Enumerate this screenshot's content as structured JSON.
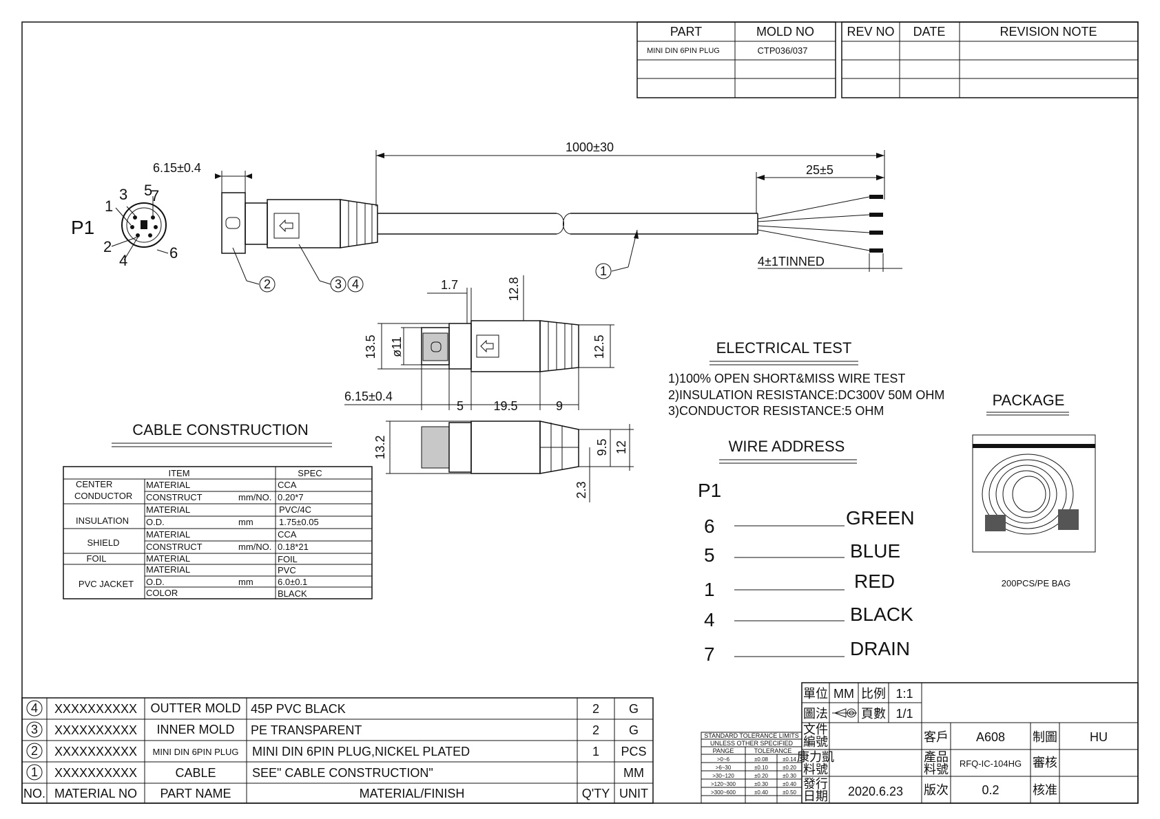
{
  "title_block_top": {
    "headers": {
      "part": "PART",
      "mold_no": "MOLD NO",
      "rev_no": "REV NO",
      "date": "DATE",
      "revision_note": "REVISION NOTE"
    },
    "row1": {
      "part": "MINI DIN 6PIN PLUG",
      "mold_no": "CTP036/037"
    }
  },
  "connector": {
    "p1_label": "P1",
    "pins": [
      "1",
      "2",
      "3",
      "4",
      "5",
      "6",
      "7"
    ],
    "callouts": [
      "1",
      "2",
      "3",
      "4"
    ]
  },
  "dims": {
    "length": "1000±30",
    "strip": "25±5",
    "tinned": "4±1TINNED",
    "shell": "6.15±0.4",
    "d_1_7": "1.7",
    "d_12_8": "12.8",
    "d_13_5": "13.5",
    "d_11": "ø11",
    "d_12_5": "12.5",
    "d_6_15": "6.15±0.4",
    "d_5": "5",
    "d_19_5": "19.5",
    "d_9": "9",
    "d_13_2": "13.2",
    "d_9_5": "9.5",
    "d_12": "12",
    "d_2_3": "2.3"
  },
  "electrical_test": {
    "heading": "ELECTRICAL TEST",
    "lines": [
      "1)100% OPEN SHORT&MISS WIRE TEST",
      "2)INSULATION RESISTANCE:DC300V 50M OHM",
      "3)CONDUCTOR RESISTANCE:5 OHM"
    ]
  },
  "package": {
    "heading": "PACKAGE",
    "caption": "200PCS/PE BAG"
  },
  "wire_address": {
    "heading": "WIRE ADDRESS",
    "label": "P1",
    "rows": [
      {
        "pin": "6",
        "color": "GREEN"
      },
      {
        "pin": "5",
        "color": "BLUE"
      },
      {
        "pin": "1",
        "color": "RED"
      },
      {
        "pin": "4",
        "color": "BLACK"
      },
      {
        "pin": "7",
        "color": "DRAIN"
      }
    ]
  },
  "cable_construction": {
    "heading": "CABLE CONSTRUCTION",
    "col_item": "ITEM",
    "col_spec": "SPEC",
    "groups": [
      {
        "name": [
          "CENTER",
          "CONDUCTOR"
        ],
        "rows": [
          {
            "prop": "MATERIAL",
            "unit": "",
            "spec": "CCA"
          },
          {
            "prop": "CONSTRUCT",
            "unit": "mm/NO.",
            "spec": "0.20*7"
          }
        ]
      },
      {
        "name": [
          "INSULATION"
        ],
        "rows": [
          {
            "prop": "MATERIAL",
            "unit": "",
            "spec": "PVC/4C"
          },
          {
            "prop": "O.D.",
            "unit": "mm",
            "spec": "1.75±0.05"
          }
        ]
      },
      {
        "name": [
          "SHIELD"
        ],
        "rows": [
          {
            "prop": "MATERIAL",
            "unit": "",
            "spec": "CCA"
          },
          {
            "prop": "CONSTRUCT",
            "unit": "mm/NO.",
            "spec": "0.18*21"
          }
        ]
      },
      {
        "name": [
          "FOIL"
        ],
        "rows": [
          {
            "prop": "MATERIAL",
            "unit": "",
            "spec": "FOIL"
          }
        ]
      },
      {
        "name": [
          "PVC JACKET"
        ],
        "rows": [
          {
            "prop": "MATERIAL",
            "unit": "",
            "spec": "PVC"
          },
          {
            "prop": "O.D.",
            "unit": "mm",
            "spec": "6.0±0.1"
          },
          {
            "prop": "COLOR",
            "unit": "",
            "spec": "BLACK"
          }
        ]
      }
    ]
  },
  "bom": {
    "rows": [
      {
        "no": "4",
        "material_no": "XXXXXXXXXX",
        "part_name": "OUTTER MOLD",
        "finish": "45P PVC BLACK",
        "qty": "2",
        "unit": "G"
      },
      {
        "no": "3",
        "material_no": "XXXXXXXXXX",
        "part_name": "INNER MOLD",
        "finish": "PE TRANSPARENT",
        "qty": "2",
        "unit": "G"
      },
      {
        "no": "2",
        "material_no": "XXXXXXXXXX",
        "part_name": "MINI DIN 6PIN PLUG",
        "finish": "MINI DIN 6PIN PLUG,NICKEL PLATED",
        "qty": "1",
        "unit": "PCS"
      },
      {
        "no": "1",
        "material_no": "XXXXXXXXXX",
        "part_name": "CABLE",
        "finish": "SEE\"  CABLE CONSTRUCTION\"",
        "qty": "",
        "unit": "MM"
      }
    ],
    "header": {
      "no": "NO.",
      "material_no": "MATERIAL NO",
      "part_name": "PART NAME",
      "finish": "MATERIAL/FINISH",
      "qty": "Q'TY",
      "unit": "UNIT"
    }
  },
  "tolerance": {
    "title1": "STANDARD TOLERANCE LIMITS",
    "title2": "UNLESS OTHER SPECIFIED",
    "col_range": "PANGE",
    "col_tol": "TOLERANCE",
    "rows": [
      {
        "range": ">0~6",
        "a": "±0.08",
        "b": "±0.14"
      },
      {
        "range": ">6~30",
        "a": "±0.10",
        "b": "±0.20"
      },
      {
        "range": ">30~120",
        "a": "±0.20",
        "b": "±0.30"
      },
      {
        "range": ">120~300",
        "a": "±0.30",
        "b": "±0.40"
      },
      {
        "range": ">300~600",
        "a": "±0.40",
        "b": "±0.50"
      }
    ]
  },
  "title_block": {
    "unit_label": "單位",
    "unit_value": "MM",
    "scale_label": "比例",
    "scale_value": "1:1",
    "proj_label": "圖法",
    "pages_label": "頁數",
    "pages_value": "1/1",
    "doc_no_label": [
      "文件",
      "編號"
    ],
    "vendor_pn_label": [
      "康力凱",
      "料號"
    ],
    "issue_date_label": [
      "發行",
      "日期"
    ],
    "issue_date": "2020.6.23",
    "customer_label": "客戶",
    "customer": "A608",
    "product_pn_label": [
      "產品",
      "料號"
    ],
    "product_pn": "RFQ-IC-104HG",
    "version_label": "版次",
    "version": "0.2",
    "drawn_label": "制圖",
    "drawn": "HU",
    "review_label": "審核",
    "approve_label": "核准"
  }
}
